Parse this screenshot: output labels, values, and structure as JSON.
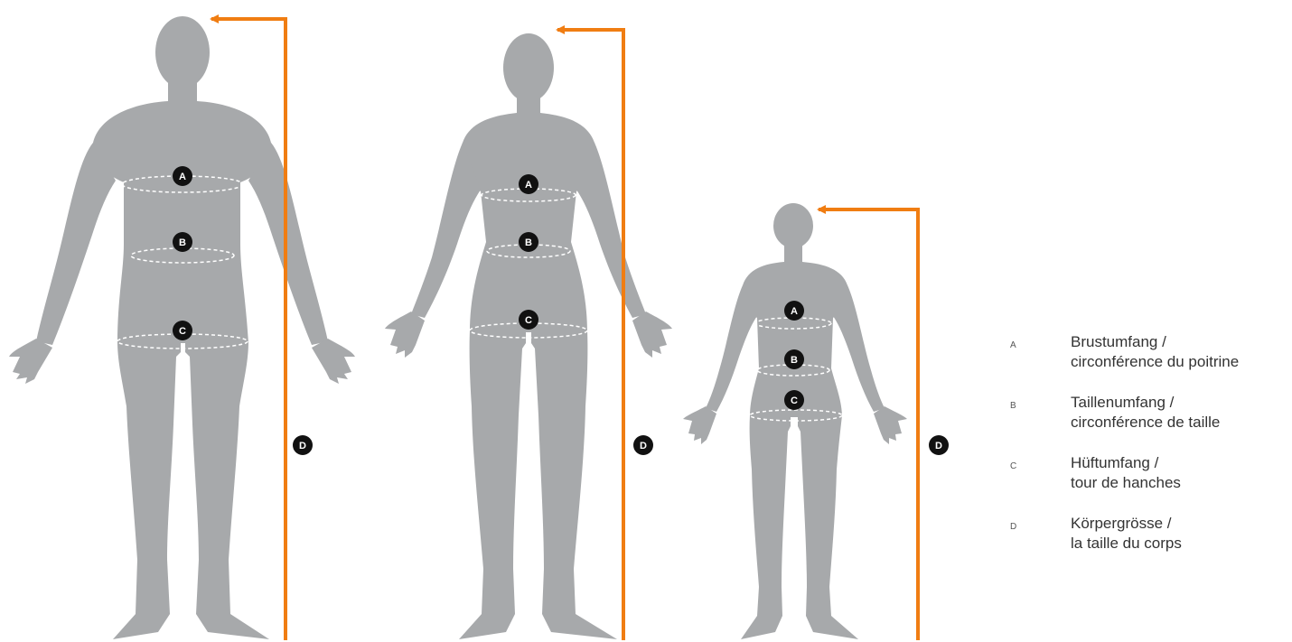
{
  "figure": {
    "colors": {
      "silhouette": "#a7a9ab",
      "arrow": "#f07d12",
      "marker": "#111111",
      "dashed": "#ffffff"
    },
    "markers": {
      "a": "A",
      "b": "B",
      "c": "C",
      "d": "D"
    },
    "figures": [
      "man",
      "woman",
      "child"
    ]
  },
  "legend": {
    "items": [
      {
        "letter": "A",
        "line1": "Brustumfang /",
        "line2": "circonférence du poitrine"
      },
      {
        "letter": "B",
        "line1": "Taillenumfang /",
        "line2": "circonférence de taille"
      },
      {
        "letter": "C",
        "line1": "Hüftumfang /",
        "line2": "tour de hanches"
      },
      {
        "letter": "D",
        "line1": "Körpergrösse /",
        "line2": "la taille du corps"
      }
    ]
  }
}
